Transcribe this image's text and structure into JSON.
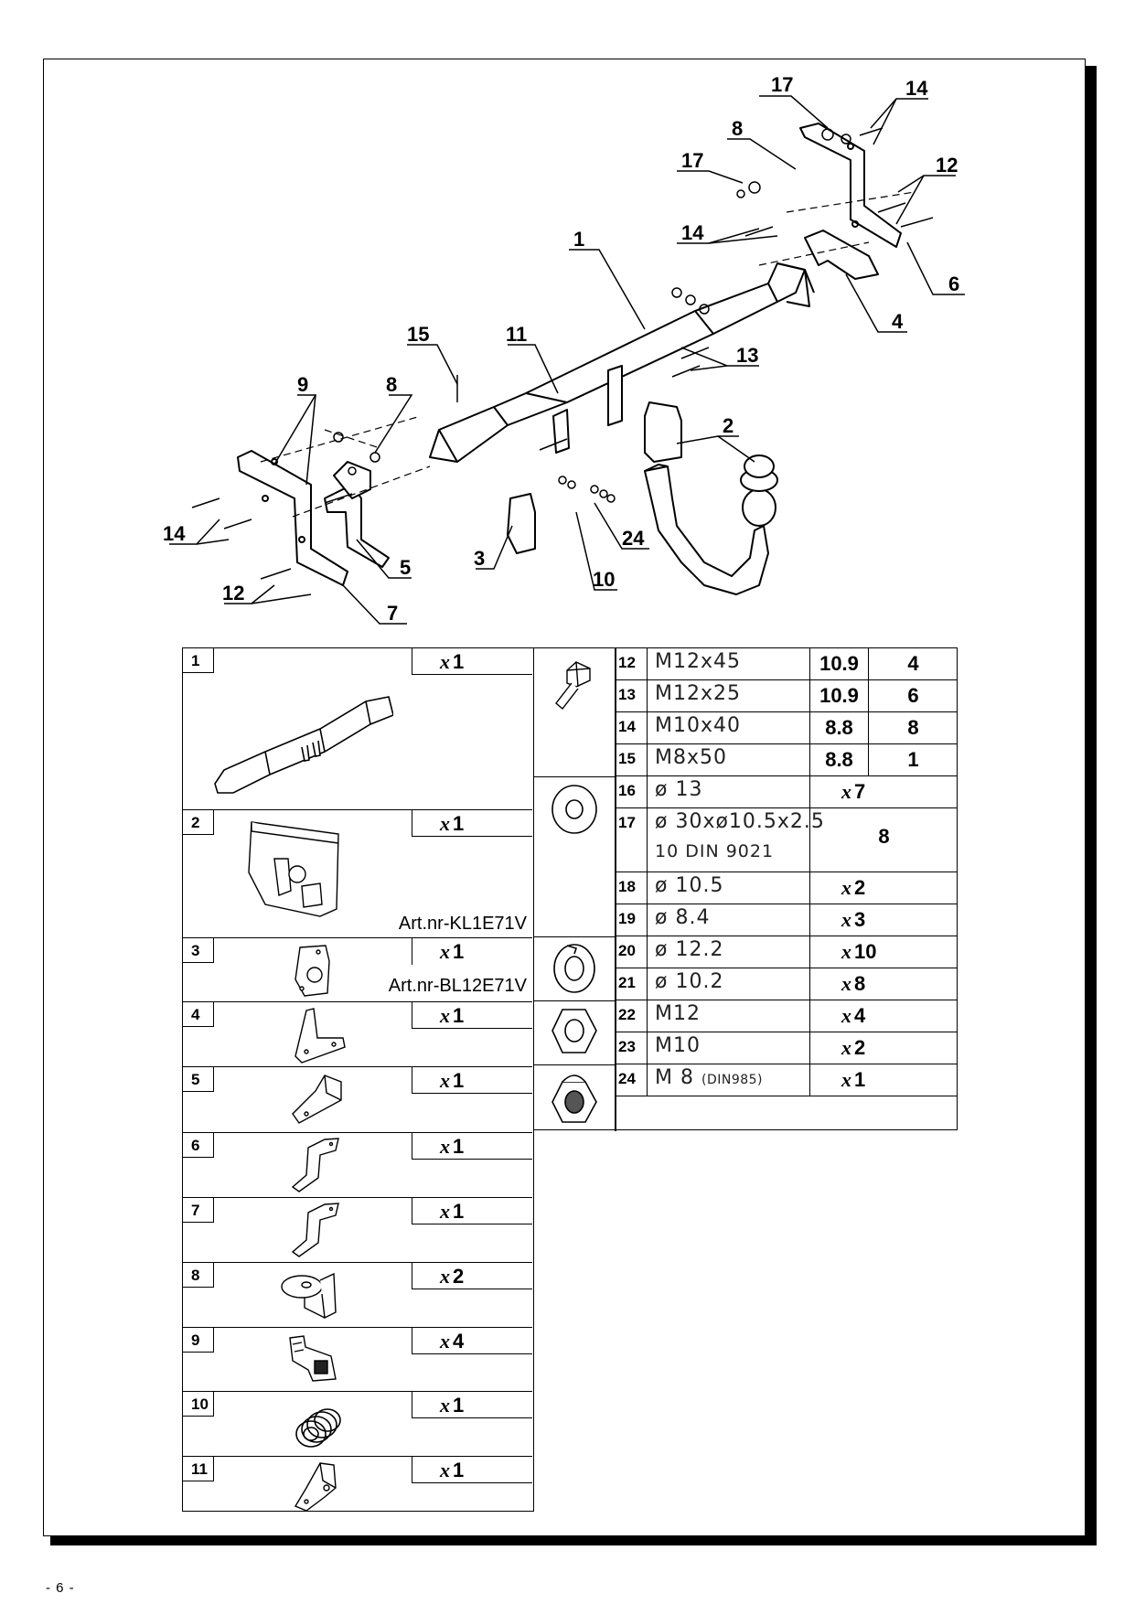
{
  "page_number": "- 6 -",
  "diagram": {
    "labels": [
      "17",
      "14",
      "8",
      "17",
      "12",
      "14",
      "1",
      "6",
      "4",
      "15",
      "11",
      "13",
      "9",
      "8",
      "2",
      "14",
      "3",
      "24",
      "5",
      "12",
      "10",
      "7"
    ]
  },
  "parts": [
    {
      "num": "1",
      "qty_prefix": "x",
      "qty": "1",
      "icon": "crossbar-icon",
      "art": ""
    },
    {
      "num": "2",
      "qty_prefix": "x",
      "qty": "1",
      "icon": "electrical-kit-icon",
      "art": "Art.nr-KL1E71V"
    },
    {
      "num": "3",
      "qty_prefix": "x",
      "qty": "1",
      "icon": "socket-plate-icon",
      "art": "Art.nr-BL12E71V"
    },
    {
      "num": "4",
      "qty_prefix": "x",
      "qty": "1",
      "icon": "bracket-icon",
      "art": ""
    },
    {
      "num": "5",
      "qty_prefix": "x",
      "qty": "1",
      "icon": "bracket-icon",
      "art": ""
    },
    {
      "num": "6",
      "qty_prefix": "x",
      "qty": "1",
      "icon": "side-arm-icon",
      "art": ""
    },
    {
      "num": "7",
      "qty_prefix": "x",
      "qty": "1",
      "icon": "side-arm-icon",
      "art": ""
    },
    {
      "num": "8",
      "qty_prefix": "x",
      "qty": "2",
      "icon": "spacer-bracket-icon",
      "art": ""
    },
    {
      "num": "9",
      "qty_prefix": "x",
      "qty": "4",
      "icon": "cage-nut-icon",
      "art": ""
    },
    {
      "num": "10",
      "qty_prefix": "x",
      "qty": "1",
      "icon": "spring-icon",
      "art": ""
    },
    {
      "num": "11",
      "qty_prefix": "x",
      "qty": "1",
      "icon": "plate-icon",
      "art": ""
    }
  ],
  "hardware": {
    "bolts": [
      {
        "num": "12",
        "desc": "M12x45",
        "grade": "10.9",
        "count": "4"
      },
      {
        "num": "13",
        "desc": "M12x25",
        "grade": "10.9",
        "count": "6"
      },
      {
        "num": "14",
        "desc": "M10x40",
        "grade": "8.8",
        "count": "8"
      },
      {
        "num": "15",
        "desc": "M8x50",
        "grade": "8.8",
        "count": "1"
      }
    ],
    "washers": [
      {
        "num": "16",
        "desc": "ø 13",
        "qty_prefix": "x",
        "qty": "7"
      },
      {
        "num": "17",
        "desc_line1": "ø 30xø10.5x2.5",
        "desc_line2": "10     DIN 9021",
        "qty": "8"
      },
      {
        "num": "18",
        "desc": "ø 10.5",
        "qty_prefix": "x",
        "qty": "2"
      },
      {
        "num": "19",
        "desc": "ø 8.4",
        "qty_prefix": "x",
        "qty": "3"
      }
    ],
    "spring_washers": [
      {
        "num": "20",
        "desc": "ø 12.2",
        "qty_prefix": "x",
        "qty": "10"
      },
      {
        "num": "21",
        "desc": "ø 10.2",
        "qty_prefix": "x",
        "qty": "8"
      }
    ],
    "nuts": [
      {
        "num": "22",
        "desc": "M12",
        "qty_prefix": "x",
        "qty": "4"
      },
      {
        "num": "23",
        "desc": "M10",
        "qty_prefix": "x",
        "qty": "2"
      }
    ],
    "lock_nuts": [
      {
        "num": "24",
        "desc": "M 8",
        "desc_note": "(DIN985)",
        "qty_prefix": "x",
        "qty": "1"
      }
    ]
  }
}
